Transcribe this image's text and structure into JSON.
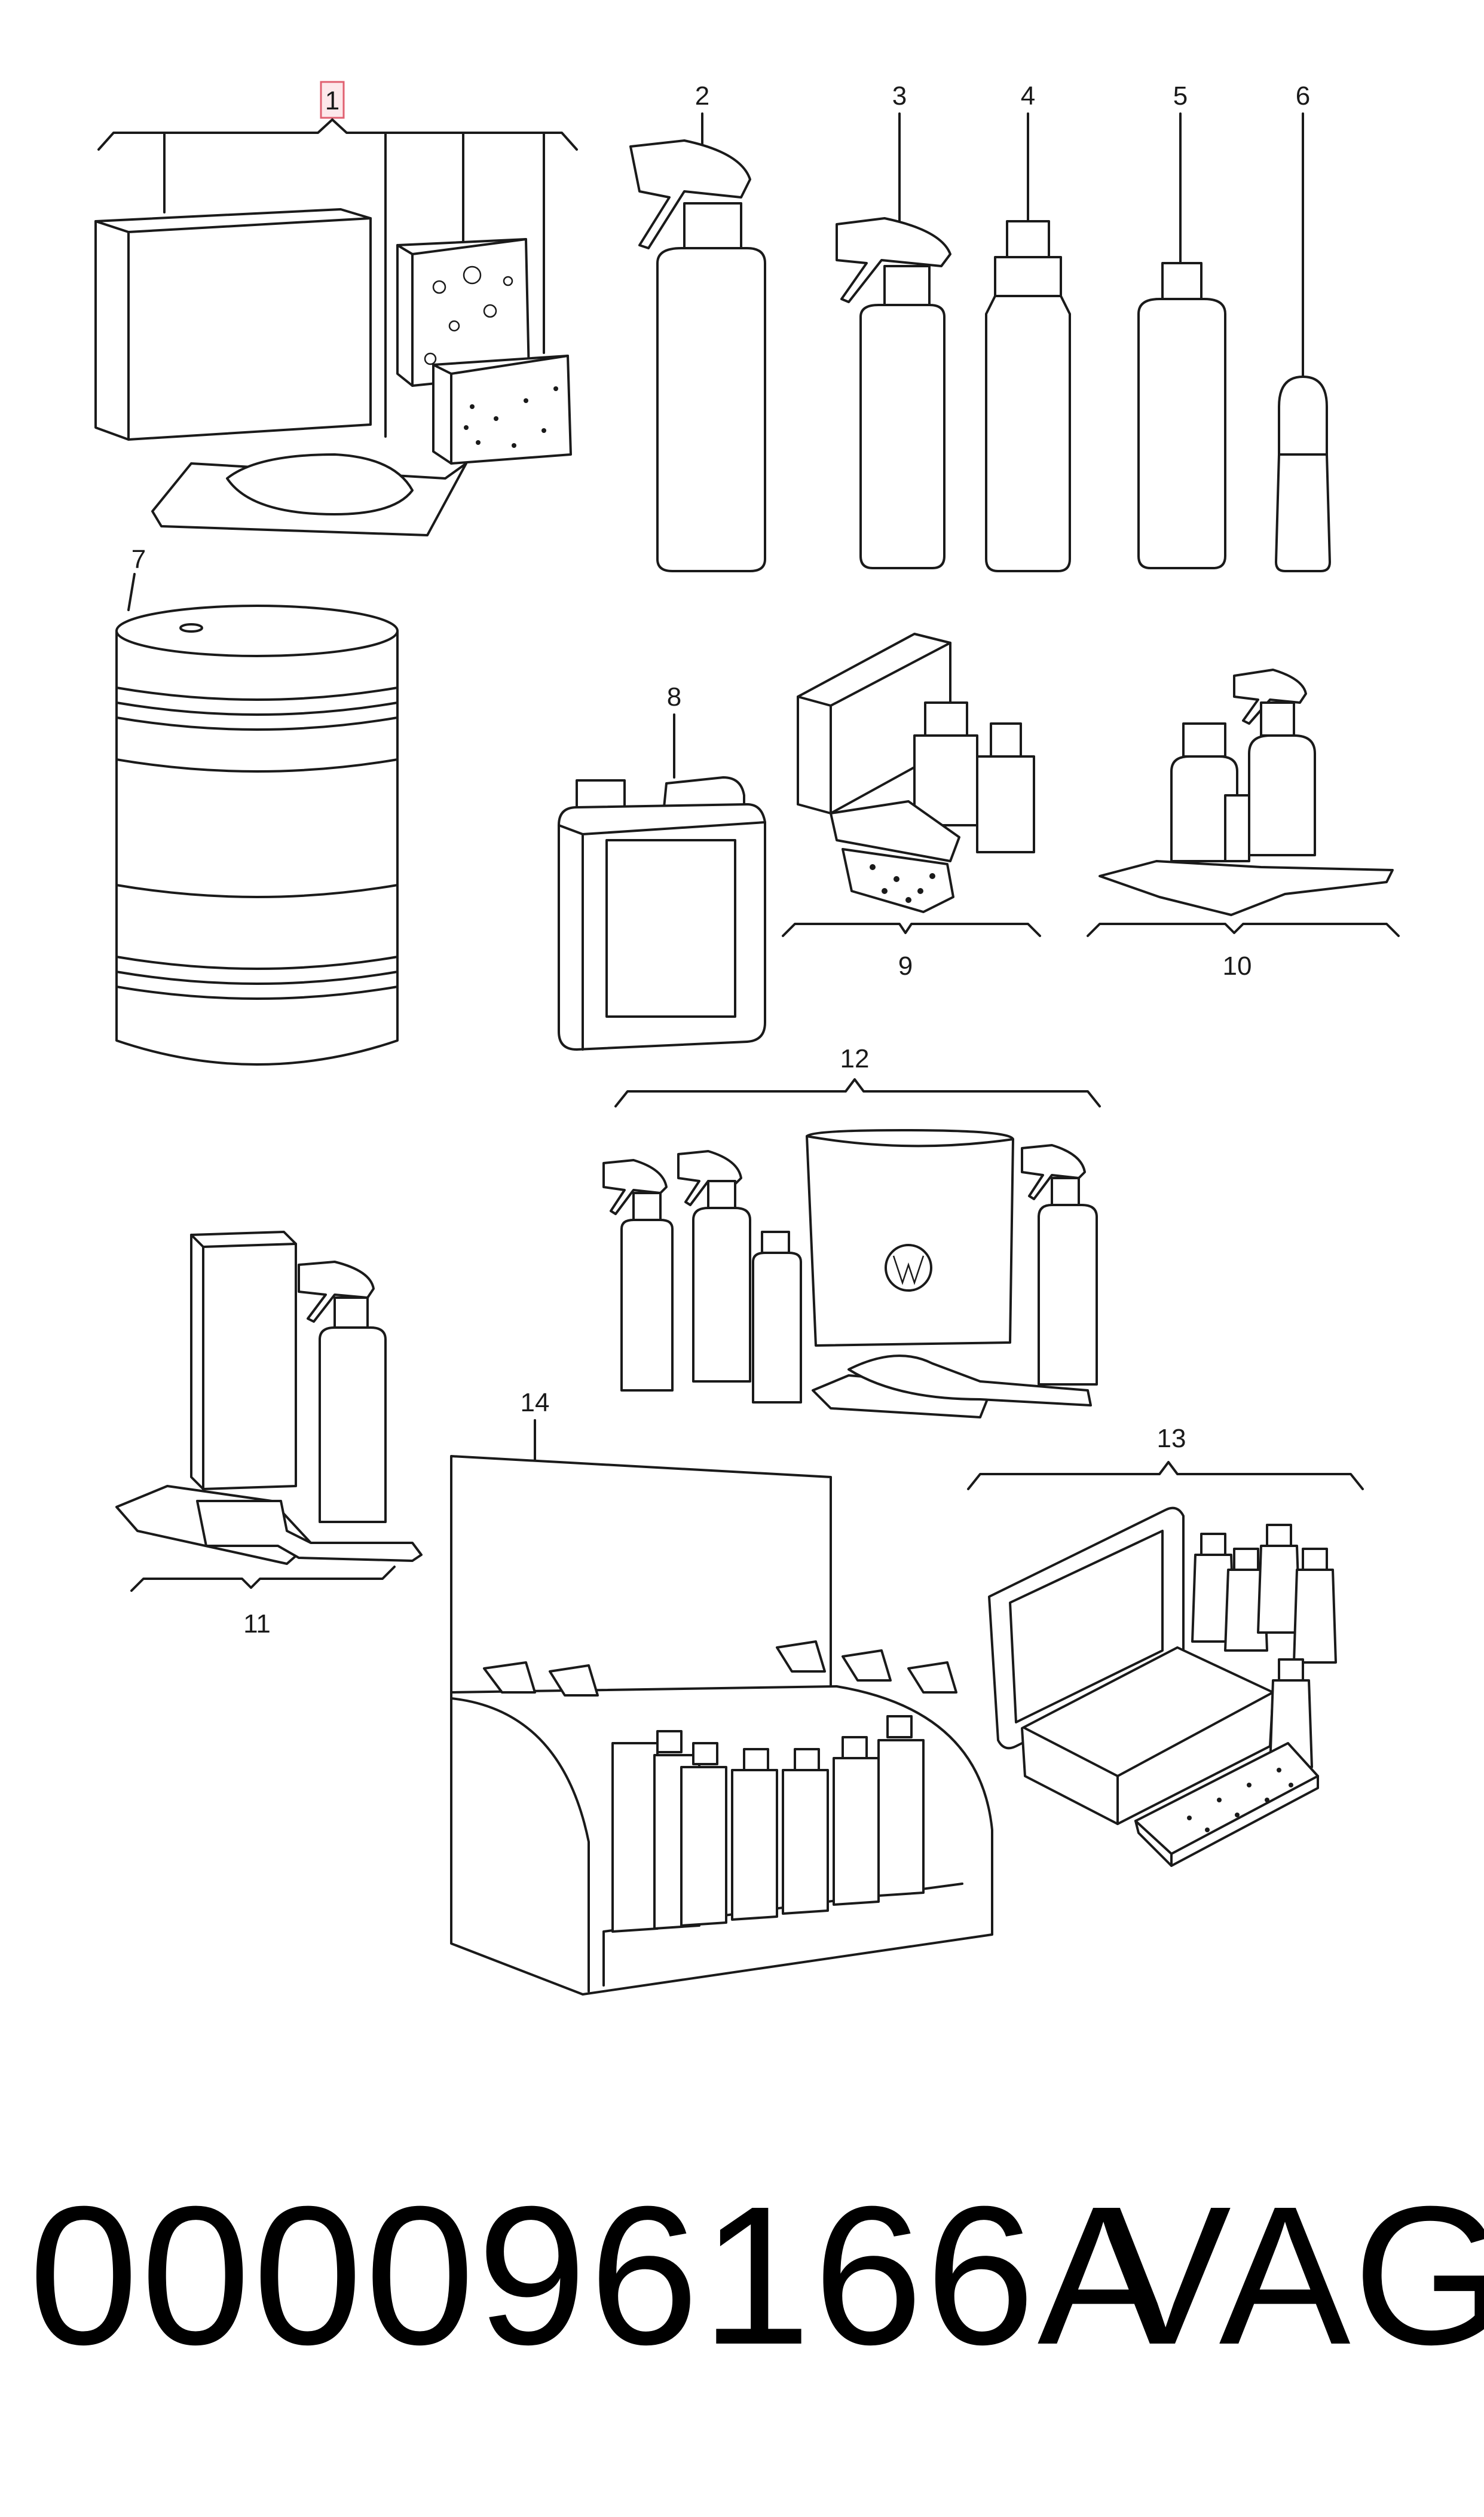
{
  "callouts": {
    "c1": "1",
    "c2": "2",
    "c3": "3",
    "c4": "4",
    "c5": "5",
    "c6": "6",
    "c7": "7",
    "c8": "8",
    "c9": "9",
    "c10": "10",
    "c11": "11",
    "c12": "12",
    "c13": "13",
    "c14": "14"
  },
  "highlighted_callout": "1",
  "colors": {
    "line": "#1a1a1a",
    "highlight_fill": "#fde8ea",
    "highlight_stroke": "#e06070"
  },
  "footer": {
    "part_number": "000096166A",
    "brand": "VAG"
  }
}
